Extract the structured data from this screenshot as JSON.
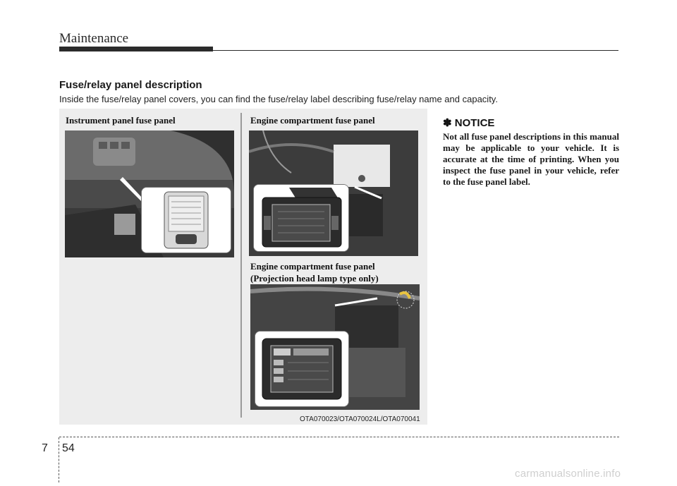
{
  "header": {
    "title": "Maintenance"
  },
  "section": {
    "title": "Fuse/relay panel description",
    "description": "Inside the fuse/relay panel covers, you can find the fuse/relay label describing fuse/relay name and capacity."
  },
  "figure": {
    "panels": [
      {
        "label": "Instrument panel fuse panel"
      },
      {
        "label": "Engine compartment fuse panel"
      },
      {
        "label_line1": "Engine compartment fuse panel",
        "label_line2": "(Projection head lamp type only)"
      }
    ],
    "code": "OTA070023/OTA070024L/OTA070041"
  },
  "notice": {
    "symbol": "✽",
    "title": "NOTICE",
    "body": "Not all fuse panel descriptions in this manual may be applicable to your vehicle. It is accurate at the time of printing. When you inspect the fuse panel in your vehicle, refer to the fuse panel label."
  },
  "footer": {
    "chapter": "7",
    "page": "54",
    "watermark": "carmanualsonline.info"
  }
}
